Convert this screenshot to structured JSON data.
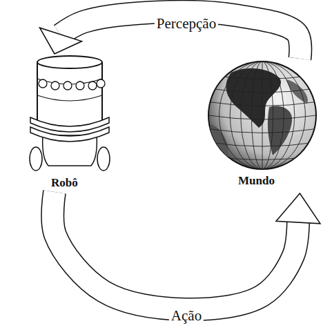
{
  "diagram": {
    "nodes": [
      {
        "text": [
          "Robô"
        ]
      },
      {
        "text": [
          "Mundo"
        ]
      }
    ],
    "edges": [
      {
        "from": 1,
        "to": 0,
        "arrow": "to",
        "label": "Percepção"
      },
      {
        "from": 0,
        "to": 1,
        "arrow": "to",
        "label": "Ação"
      }
    ]
  }
}
